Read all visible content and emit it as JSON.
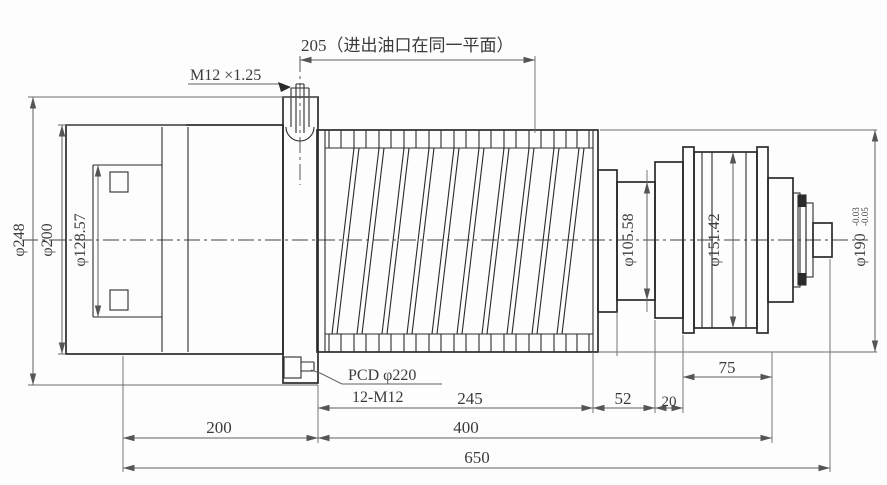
{
  "drawing": {
    "type": "engineering-section-drawing",
    "background": "#fdfdfd",
    "object_line_color": "#2b2b2b",
    "dimension_color": "#5f5f5f",
    "labels": {
      "top_note": "205（进出油口在同一平面）",
      "thread_callout": "M12 ×1.25",
      "pcd_callout": "PCD φ220",
      "bolt_pattern": "12-M12",
      "dia_248": "φ248",
      "dia_200": "φ200",
      "dia_128_57": "φ128.57",
      "dia_105_58": "φ105.58",
      "dia_151_42": "φ151.42",
      "dia_190": "φ190",
      "dia_190_tol_upper": "-0.03",
      "dia_190_tol_lower": "-0.05",
      "len_245": "245",
      "len_52": "52",
      "len_20": "20",
      "len_75": "75",
      "len_200": "200",
      "len_400": "400",
      "len_650": "650"
    }
  }
}
